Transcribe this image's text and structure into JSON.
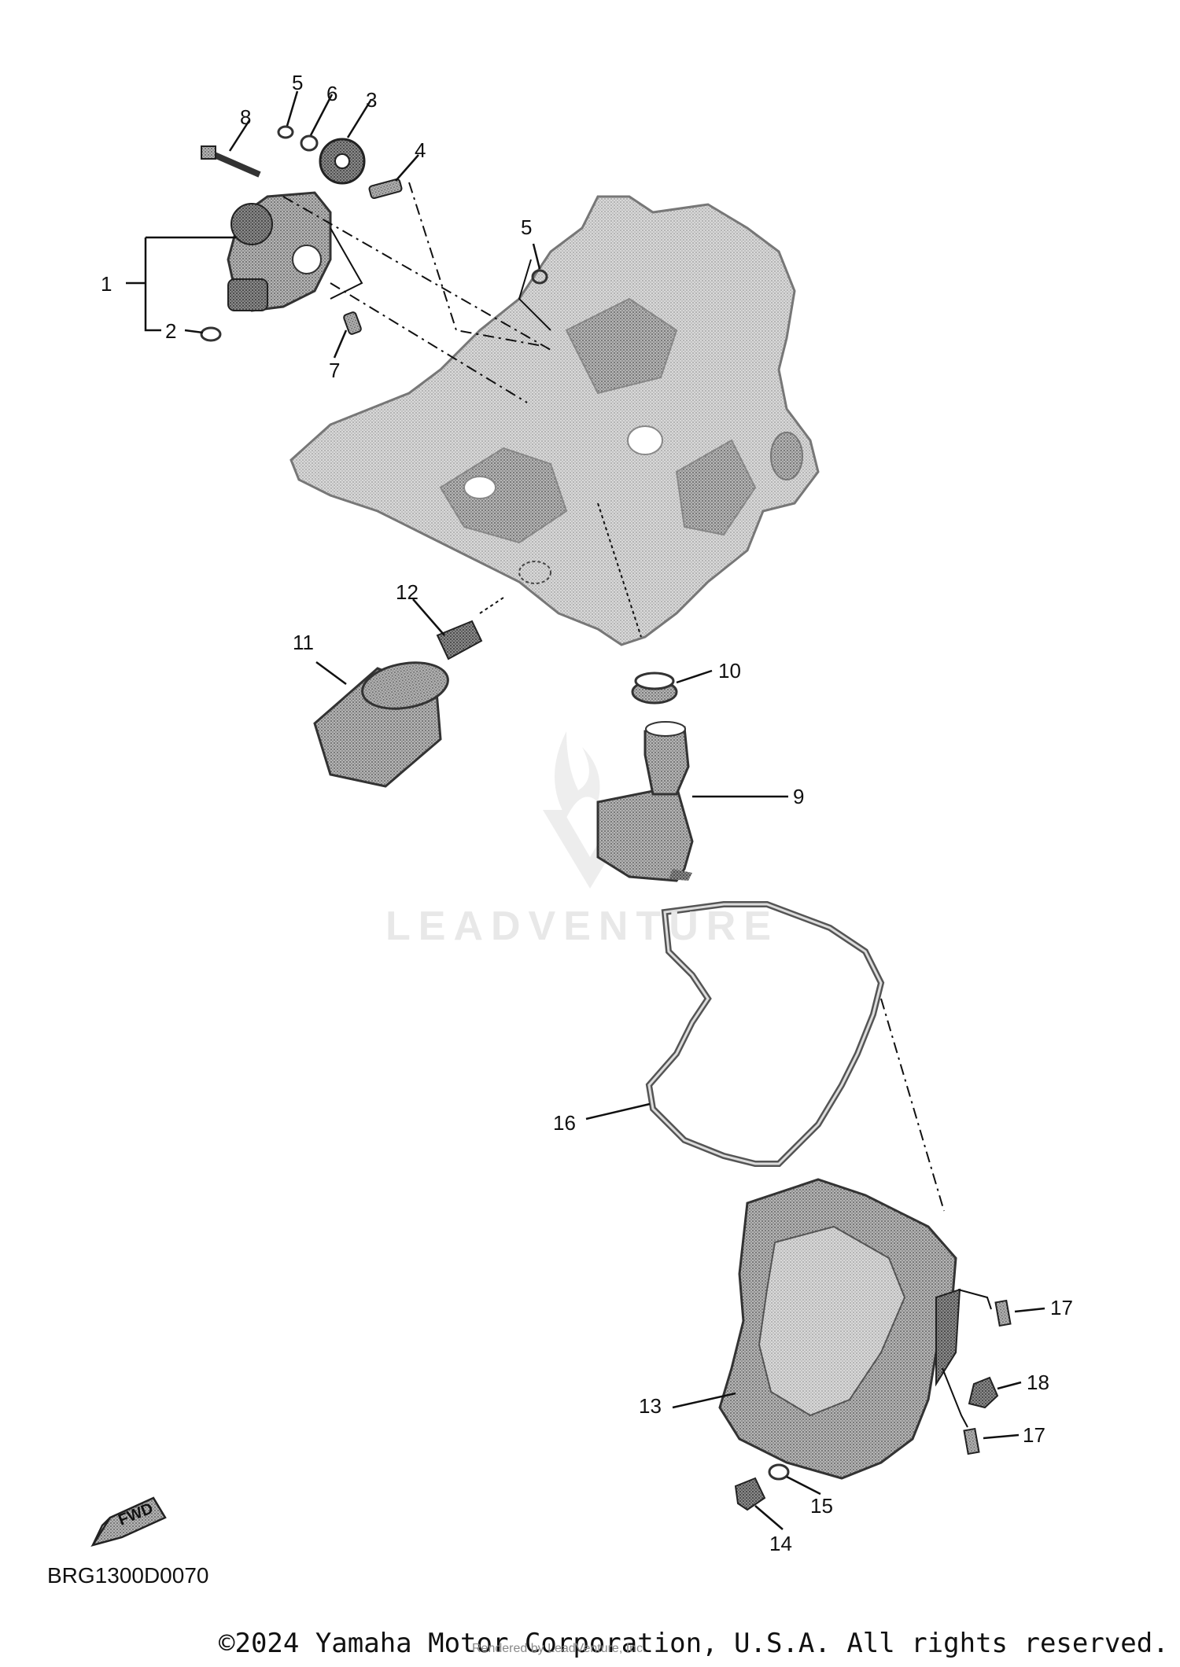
{
  "diagram_code": "BRG1300D0070",
  "copyright": "©2024 Yamaha Motor Corporation, U.S.A. All rights reserved.",
  "rendered_by": "Rendered by LeadVenture, Inc.",
  "watermark": "LEADVENTURE",
  "fwd_label": "FWD",
  "callouts": {
    "c1": "1",
    "c2": "2",
    "c3": "3",
    "c4": "4",
    "c5a": "5",
    "c5b": "5",
    "c6": "6",
    "c7": "7",
    "c8": "8",
    "c9": "9",
    "c10": "10",
    "c11": "11",
    "c12": "12",
    "c13": "13",
    "c14": "14",
    "c15": "15",
    "c16": "16",
    "c17a": "17",
    "c17b": "17",
    "c18": "18"
  }
}
